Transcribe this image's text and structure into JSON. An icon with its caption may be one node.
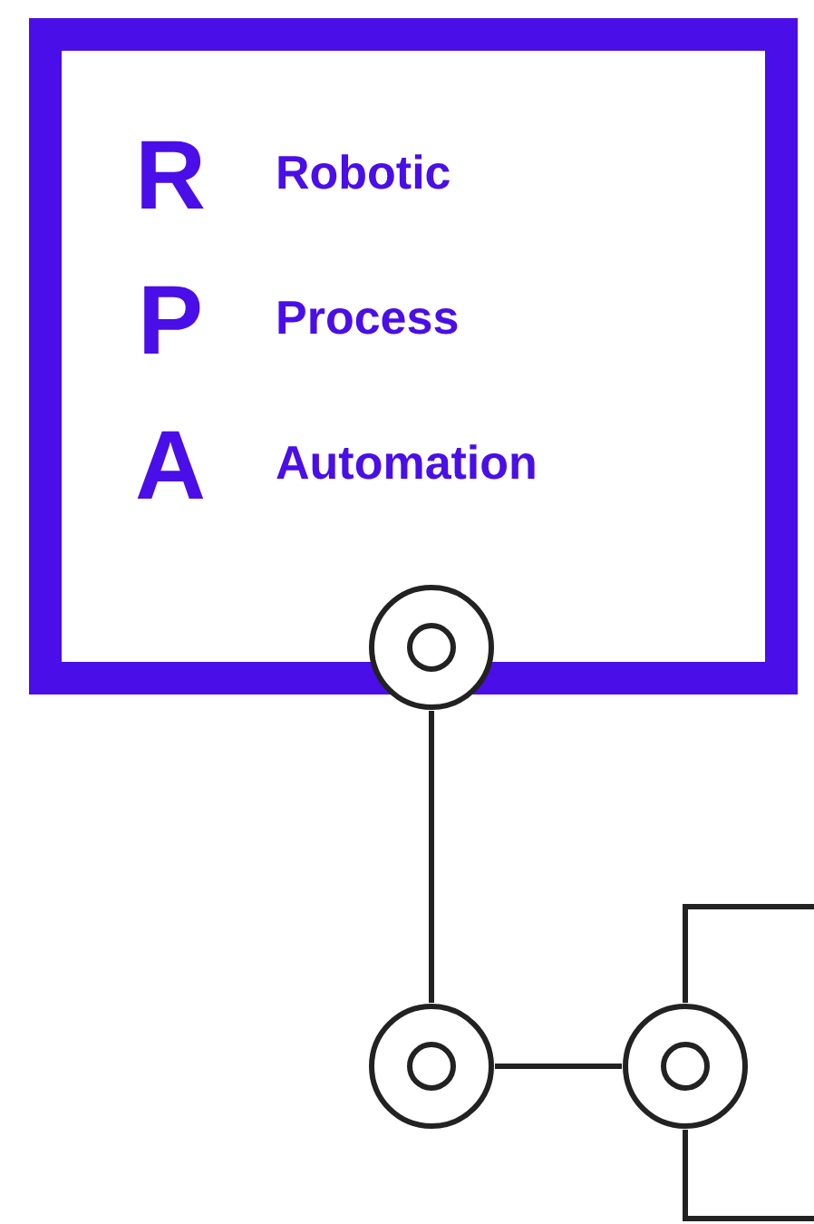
{
  "diagram": {
    "nodes": [
      {
        "text": [
          "R",
          "Robotic",
          "P",
          "Process",
          "A",
          "Automation"
        ]
      },
      {
        "text": [],
        "shape": "circle"
      },
      {
        "text": [],
        "shape": "circle"
      },
      {
        "text": [],
        "shape": "circle"
      }
    ],
    "edges": [
      {
        "from": 1,
        "to": 2,
        "arrow": "none"
      },
      {
        "from": 2,
        "to": 3,
        "arrow": "none"
      },
      {
        "from": 3,
        "to": null,
        "arrow": "none"
      },
      {
        "from": 3,
        "to": null,
        "arrow": "none"
      }
    ]
  }
}
